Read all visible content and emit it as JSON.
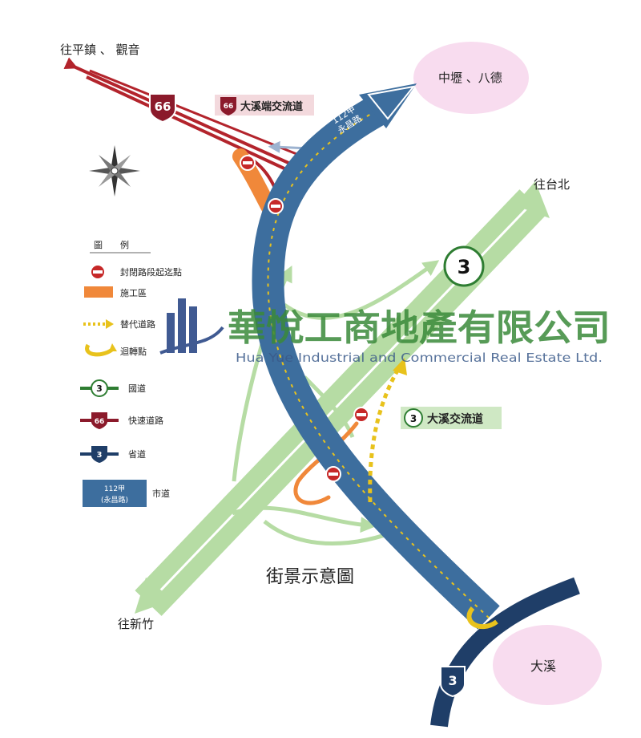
{
  "places": {
    "pingzhen_guanyin": "往平鎮 、 觀音",
    "zhongli_bade": "中壢 、八德",
    "taipei": "往台北",
    "hsinchu": "往新竹",
    "daxi": "大溪"
  },
  "route_labels": {
    "expressway_no": "66",
    "daxi_duan_interchange": "大溪端交流道",
    "city_road_no": "112甲",
    "city_road_name": "永昌路",
    "national_no": "3",
    "daxi_interchange": "大溪交流道",
    "provincial_no": "3"
  },
  "legend": {
    "title": "圖　　例",
    "items": [
      {
        "icon": "no-entry-icon",
        "label": "封閉路段起迄點"
      },
      {
        "icon": "construction-zone-swatch",
        "label": "施工區"
      },
      {
        "icon": "dotted-arrow-icon",
        "label": "替代道路"
      },
      {
        "icon": "u-turn-icon",
        "label": "迴轉點"
      },
      {
        "icon": "national-highway-shield-icon",
        "label": "國道",
        "shield": "3"
      },
      {
        "icon": "expressway-shield-icon",
        "label": "快速道路",
        "shield": "66"
      },
      {
        "icon": "provincial-shield-icon",
        "label": "省道",
        "shield": "3"
      },
      {
        "icon": "city-road-sign-icon",
        "label": "市道",
        "shield": "112甲",
        "sub": "(永昌路)"
      }
    ]
  },
  "watermark": {
    "name_cn": "華悅工商地產有限公司",
    "name_en": "Hua Yue Industrial and Commercial Real Estate Ltd."
  },
  "caption": "街景示意圖",
  "colors": {
    "green_road": "#b6dca4",
    "blue_road": "#3d6e9e",
    "red_expressway": "#b3242c",
    "orange_construction": "#f0883a",
    "detour_yellow": "#e8c21c",
    "place_pink": "#f8dcef",
    "watermark_green": "#3a8a3a",
    "watermark_navy": "#1f3e80"
  }
}
